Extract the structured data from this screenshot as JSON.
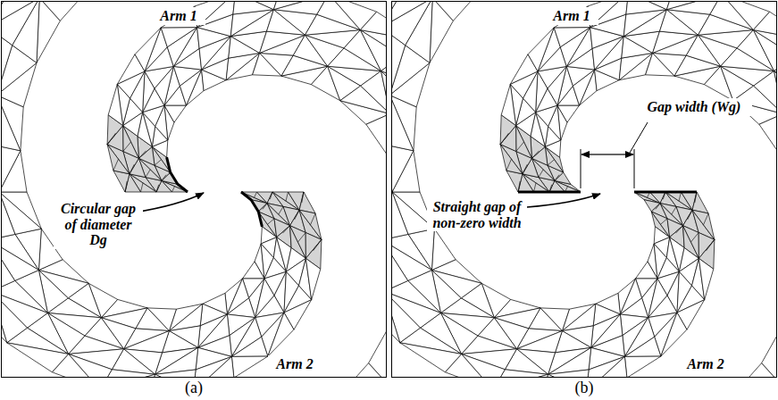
{
  "diagram": {
    "labels": [
      "Arm 1",
      "Circular gap of diameter Dg",
      "Arm 2",
      "(a)",
      "Arm 1",
      "Gap width (Wg)",
      "Straight gap of non-zero width",
      "Arm 2",
      "(b)"
    ]
  }
}
